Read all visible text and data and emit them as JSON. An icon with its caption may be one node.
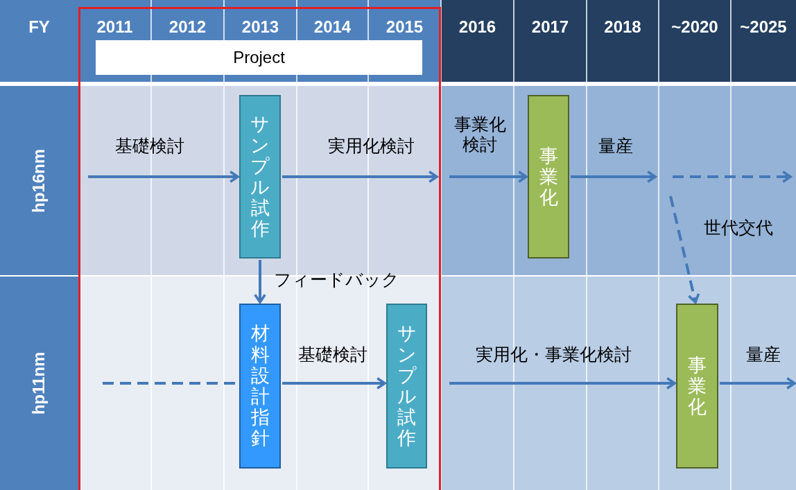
{
  "diagram": {
    "nodes": [
      {
        "text": [
          "サンプル試作"
        ]
      },
      {
        "text": [
          "事業化"
        ]
      },
      {
        "text": [
          "材料設計指針"
        ]
      },
      {
        "text": [
          "サンプル試作"
        ]
      },
      {
        "text": [
          "事業化"
        ]
      }
    ],
    "edges": [
      {
        "from": null,
        "to": 0,
        "arrow": "to",
        "label": "基礎検討"
      },
      {
        "from": 0,
        "to": null,
        "arrow": "to",
        "label": "実用化検討"
      },
      {
        "from": null,
        "to": 1,
        "arrow": "to",
        "label": "事業化検討"
      },
      {
        "from": 1,
        "to": null,
        "arrow": "to",
        "label": "量産"
      },
      {
        "from": null,
        "to": 4,
        "arrow": "to",
        "label": "世代交代",
        "style": "dashed"
      },
      {
        "from": 0,
        "to": 2,
        "arrow": "to",
        "label": "フィードバック"
      },
      {
        "from": null,
        "to": 2,
        "arrow": "none",
        "style": "dashed"
      },
      {
        "from": 2,
        "to": 3,
        "arrow": "to",
        "label": "基礎検討"
      },
      {
        "from": null,
        "to": 4,
        "arrow": "to",
        "label": "実用化・事業化検討"
      },
      {
        "from": 4,
        "to": null,
        "arrow": "to",
        "label": "量産"
      }
    ],
    "labels": [
      "FY",
      "2011",
      "2012",
      "2013",
      "2014",
      "2015",
      "2016",
      "2017",
      "2018",
      "~2020",
      "~2025",
      "Project",
      "hp16nm",
      "hp11nm"
    ]
  }
}
